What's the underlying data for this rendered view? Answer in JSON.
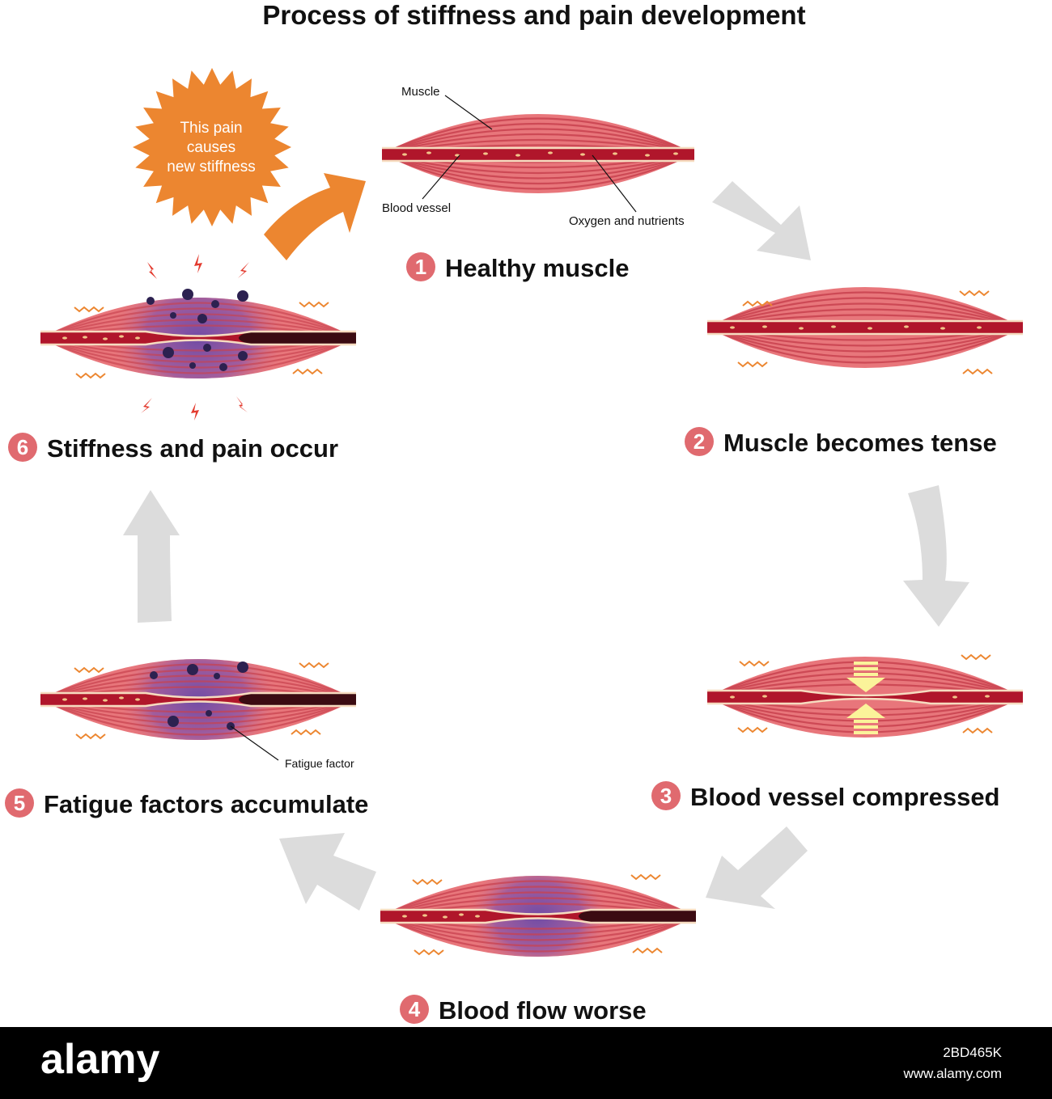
{
  "title": "Process of stiffness and pain development",
  "steps": [
    {
      "number": "1",
      "label": "Healthy muscle"
    },
    {
      "number": "2",
      "label": "Muscle becomes tense"
    },
    {
      "number": "3",
      "label": "Blood vessel compressed"
    },
    {
      "number": "4",
      "label": "Blood flow worse"
    },
    {
      "number": "5",
      "label": "Fatigue factors accumulate"
    },
    {
      "number": "6",
      "label": "Stiffness and pain occur"
    }
  ],
  "annotations": {
    "muscle": "Muscle",
    "blood_vessel": "Blood vessel",
    "oxygen": "Oxygen and nutrients",
    "fatigue_factor": "Fatigue factor"
  },
  "burst_lines": [
    "This pain",
    "causes",
    "new stiffness"
  ],
  "colors": {
    "muscle": "#e8767b",
    "muscle_stripe": "#c8424f",
    "vessel": "#b0162b",
    "vessel_line": "#f6dcc0",
    "nutrient": "#f1c58a",
    "fatigue": "#6f4da2",
    "cycle_arrow": "#dcdcdc",
    "pain_arrow": "#ec8630",
    "badge": "#e06a6f",
    "compress_arrow": "#fbf39a"
  },
  "footer": {
    "logo": "alamy",
    "image_id": "2BD465K",
    "site": "www.alamy.com"
  }
}
